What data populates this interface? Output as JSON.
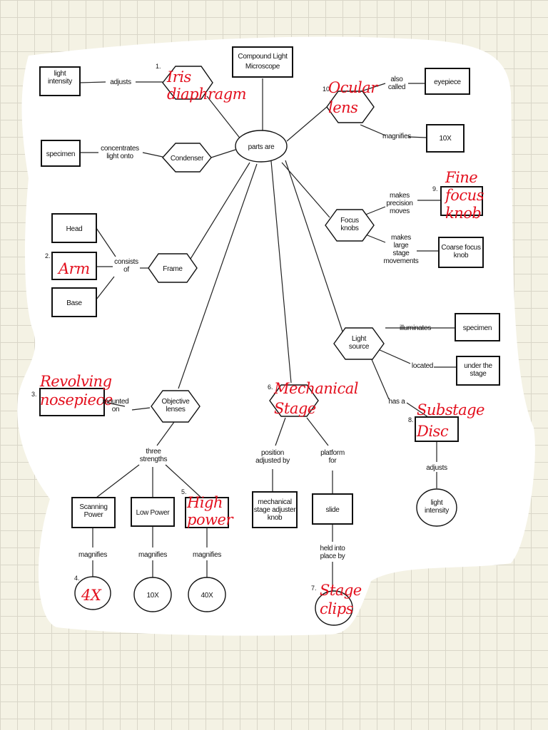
{
  "root": {
    "line1": "Compound Light",
    "line2": "Microscope"
  },
  "hub": "parts are",
  "iris": {
    "number": "1.",
    "link": "adjusts",
    "target": "light\nintensity",
    "answer": "Iris\ndiaphragm"
  },
  "condenser": {
    "label": "Condenser",
    "link": "concentrates\nlight onto",
    "target": "specimen"
  },
  "ocular": {
    "number": "10.",
    "link1": "also\ncalled",
    "target1": "eyepiece",
    "link2": "magnifies",
    "target2": "10X",
    "answer": "Ocular\nlens"
  },
  "focus": {
    "label": "Focus\nknobs",
    "link1": "makes\nprecision\nmoves",
    "number": "9.",
    "answer": "Fine\nfocus\nknob",
    "link2": "makes\nlarge\nstage\nmovements",
    "target2": "Coarse focus\nknob"
  },
  "frame": {
    "label": "Frame",
    "link": "consists\nof",
    "head": "Head",
    "number": "2.",
    "answer": "Arm",
    "base": "Base"
  },
  "light": {
    "label": "Light\nsource",
    "link1": "illuminates",
    "target1": "specimen",
    "link2": "located",
    "target2": "under the\nstage",
    "link3": "has a",
    "number": "8.",
    "answer": "Substage\nDisc",
    "link4": "adjusts",
    "target4": "light\nintensity"
  },
  "objective": {
    "label": "Objective\nlenses",
    "link": "mounted\non",
    "number": "3.",
    "answer": "Revolving\nnosepiece",
    "strengths": "three\nstrengths"
  },
  "lenses": [
    {
      "name": "Scanning\nPower",
      "link": "magnifies",
      "value_number": "4.",
      "value": "4X",
      "handwritten": true
    },
    {
      "name": "Low Power",
      "link": "magnifies",
      "value": "10X"
    },
    {
      "name_number": "5.",
      "name": "High\npower",
      "link": "magnifies",
      "value": "40X",
      "handwritten": true
    }
  ],
  "stage": {
    "number": "6.",
    "answer": "Mechanical\nStage",
    "link1": "position\nadjusted by",
    "target1": "mechanical\nstage adjuster\nknob",
    "link2": "platform\nfor",
    "target2": "slide",
    "link3": "held into\nplace by",
    "number2": "7.",
    "answer2": "Stage\nclips"
  },
  "colors": {
    "ink": "#111111",
    "handwriting": "#e3101e",
    "paper": "#ffffff",
    "grid": "#d9d6c8"
  }
}
